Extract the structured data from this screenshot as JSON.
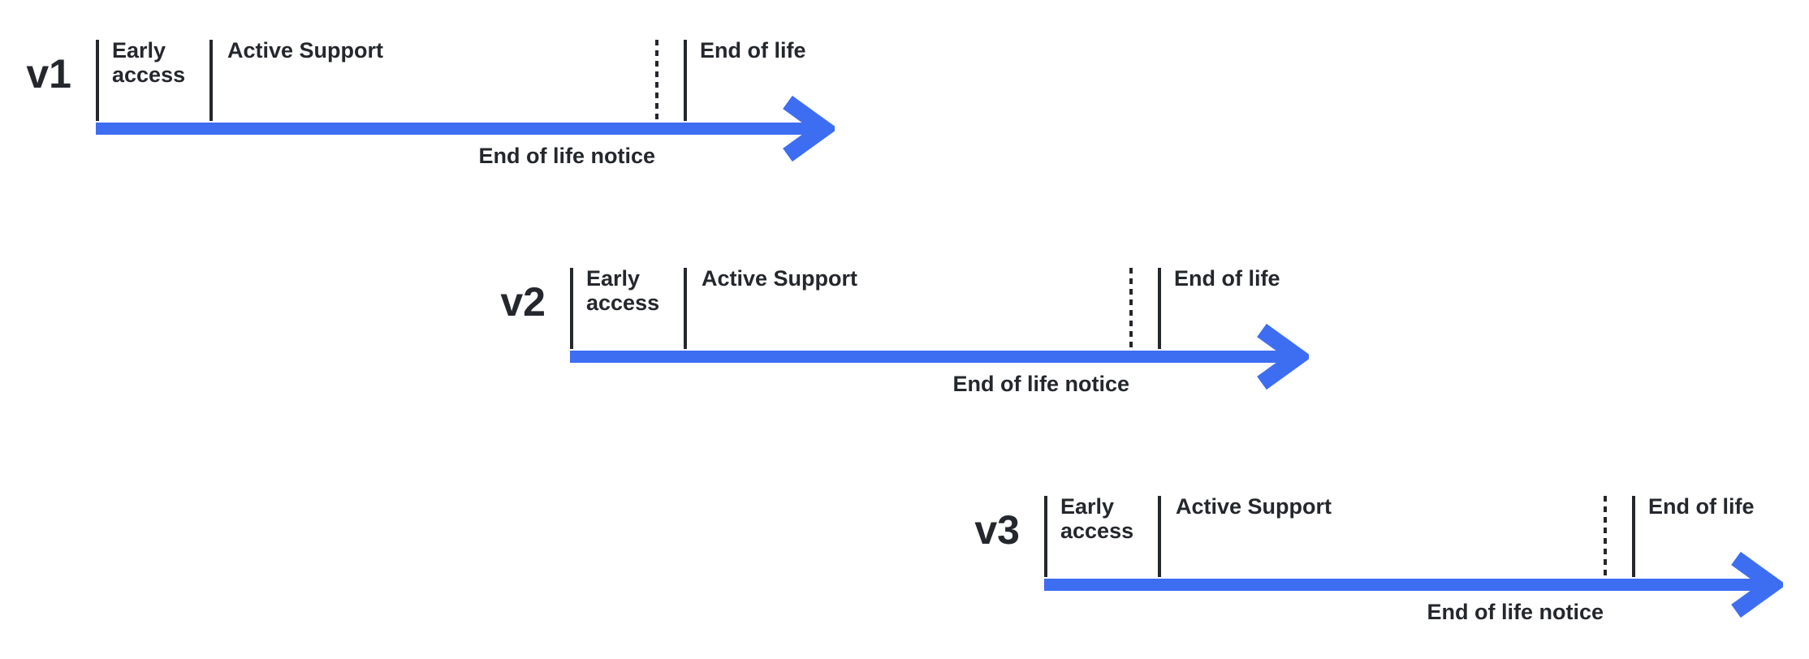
{
  "diagram": {
    "rows": [
      {
        "version": "v1",
        "early_access": "Early access",
        "active_support": "Active Support",
        "end_of_life": "End of life",
        "end_of_life_notice": "End of life notice"
      },
      {
        "version": "v2",
        "early_access": "Early access",
        "active_support": "Active Support",
        "end_of_life": "End of life",
        "end_of_life_notice": "End of life notice"
      },
      {
        "version": "v3",
        "early_access": "Early access",
        "active_support": "Active Support",
        "end_of_life": "End of life",
        "end_of_life_notice": "End of life notice"
      }
    ],
    "colors": {
      "arrow_blue": "#3D6EF2",
      "text_dark": "#24272C"
    }
  }
}
